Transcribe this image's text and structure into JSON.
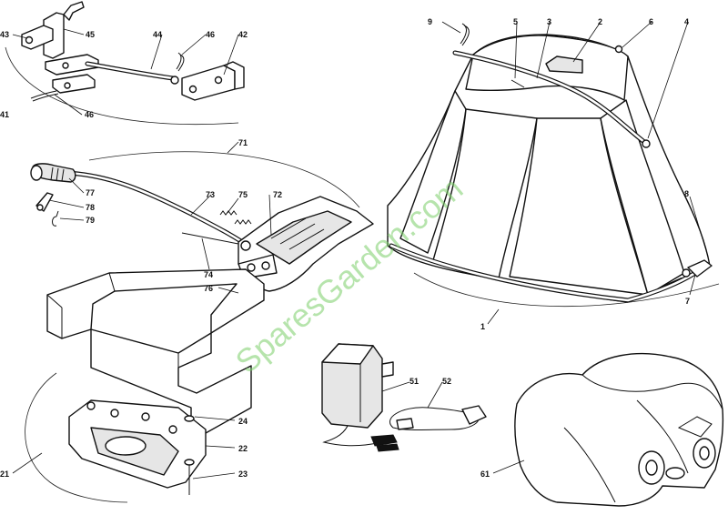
{
  "watermark": "SparesGarden.com",
  "labels": {
    "p1": "1",
    "p2": "2",
    "p3": "3",
    "p4": "4",
    "p5": "5",
    "p6": "6",
    "p7": "7",
    "p8": "8",
    "p9": "9",
    "p21": "21",
    "p22": "22",
    "p23": "23",
    "p24": "24",
    "p41": "41",
    "p42": "42",
    "p43": "43",
    "p44": "44",
    "p45": "45",
    "p46a": "46",
    "p46b": "46",
    "p51": "51",
    "p52": "52",
    "p61": "61",
    "p71": "71",
    "p72": "72",
    "p73": "73",
    "p74": "74",
    "p75": "75",
    "p76": "76",
    "p77": "77",
    "p78": "78",
    "p79": "79"
  },
  "colors": {
    "watermark": "#7ccf6a",
    "line": "#111111"
  }
}
